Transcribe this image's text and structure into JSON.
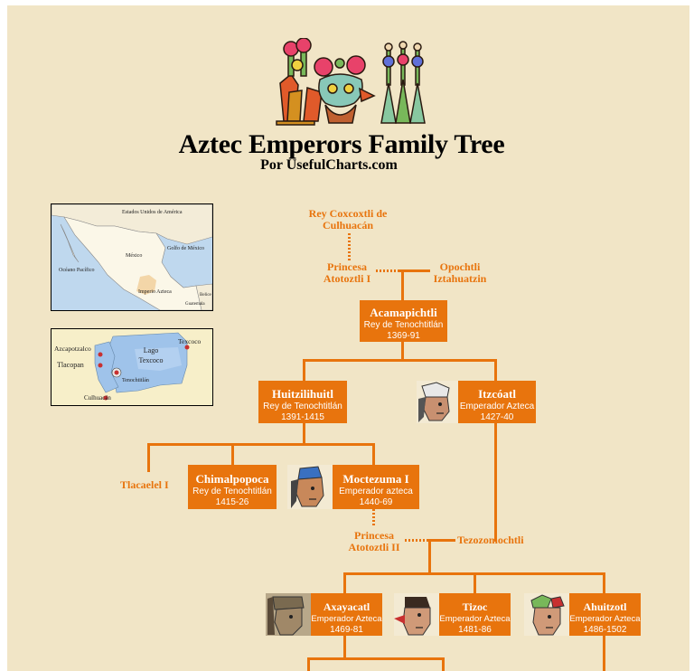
{
  "header": {
    "title": "Aztec Emperors Family Tree",
    "subtitle": "Por UsefulCharts.com",
    "decoration_icon": "aztec-glyph-illustration"
  },
  "maps": {
    "mexico": {
      "labels": [
        "Estados Unidos de América",
        "Golfo de México",
        "México",
        "Océano Pacífico",
        "Imperio Azteca",
        "Belice",
        "Guatemala"
      ]
    },
    "lake": {
      "labels": [
        "Azcapotzalco",
        "Tlacopan",
        "Lago Texcoco",
        "Texcoco",
        "Tenochtitlán",
        "Culhuacán"
      ]
    }
  },
  "colors": {
    "accent": "#e8740d",
    "background": "#f1e5c6"
  },
  "people": {
    "coxcoxtli": {
      "name": "Rey Coxcoxtli de Culhuacán"
    },
    "atotoztli1": {
      "name": "Princesa Atotoztli I"
    },
    "opochtli": {
      "name": "Opochtli Iztahuatzin"
    },
    "acamapichtli": {
      "name": "Acamapichtli",
      "title": "Rey de Tenochtitlán",
      "years": "1369-91"
    },
    "huitzilihuitl": {
      "name": "Huitzilihuitl",
      "title": "Rey de Tenochtitlán",
      "years": "1391-1415"
    },
    "itzcoatl": {
      "name": "Itzcóatl",
      "title": "Emperador Azteca",
      "years": "1427-40"
    },
    "tlacaelel": {
      "name": "Tlacaelel I"
    },
    "chimalpopoca": {
      "name": "Chimalpopoca",
      "title": "Rey de Tenochtitlán",
      "years": "1415-26"
    },
    "moctezuma1": {
      "name": "Moctezuma I",
      "title": "Emperador azteca",
      "years": "1440-69"
    },
    "atotoztli2": {
      "name": "Princesa Atotoztli II"
    },
    "tezozomochtli": {
      "name": "Tezozomochtli"
    },
    "axayacatl": {
      "name": "Axayacatl",
      "title": "Emperador Azteca",
      "years": "1469-81"
    },
    "tizoc": {
      "name": "Tizoc",
      "title": "Emperador Azteca",
      "years": "1481-86"
    },
    "ahuitzotl": {
      "name": "Ahuitzotl",
      "title": "Emperador Azteca",
      "years": "1486-1502"
    }
  }
}
